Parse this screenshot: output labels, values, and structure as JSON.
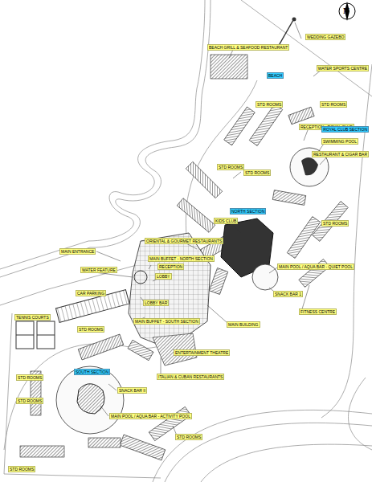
{
  "diagram": {
    "labels": [
      "N",
      "BEACH GRILL & SEAFOOD RESTAURANT",
      "WEDDING GAZEBO",
      "BEACH",
      "WATER SPORTS CENTRE",
      "STD ROOMS",
      "STD ROOMS",
      "RECEPTION - ROYAL CLUB",
      "ROYAL CLUB SECTION",
      "SWIMMING POOL",
      "RESTAURANT & CIGAR BAR",
      "STD ROOMS",
      "STD ROOMS",
      "NORTH SECTION",
      "KIDS CLUB",
      "STD ROOMS",
      "ORIENTAL & GOURMET RESTAURANTS",
      "MAIN ENTRANCE",
      "MAIN BUFFET - NORTH SECTION",
      "RECEPTION",
      "WATER FEATURE",
      "LOBBY",
      "MAIN POOL / AQUA BAR - QUIET POOL",
      "SNACK BAR 1",
      "CAR PARKING",
      "LOBBY BAR",
      "FITNESS CENTRE",
      "TENNIS COURTS",
      "MAIN BUFFET - SOUTH SECTION",
      "MAIN BUILDING",
      "STD ROOMS",
      "ENTERTAINMENT THEATRE",
      "SOUTH SECTION",
      "ITALIAN & CUBAN RESTAURANTS",
      "STD ROOMS",
      "SNACK BAR II",
      "STD ROOMS",
      "MAIN POOL / AQUA BAR - ACTIVITY POOL",
      "STD ROOMS",
      "STD ROOMS"
    ]
  }
}
